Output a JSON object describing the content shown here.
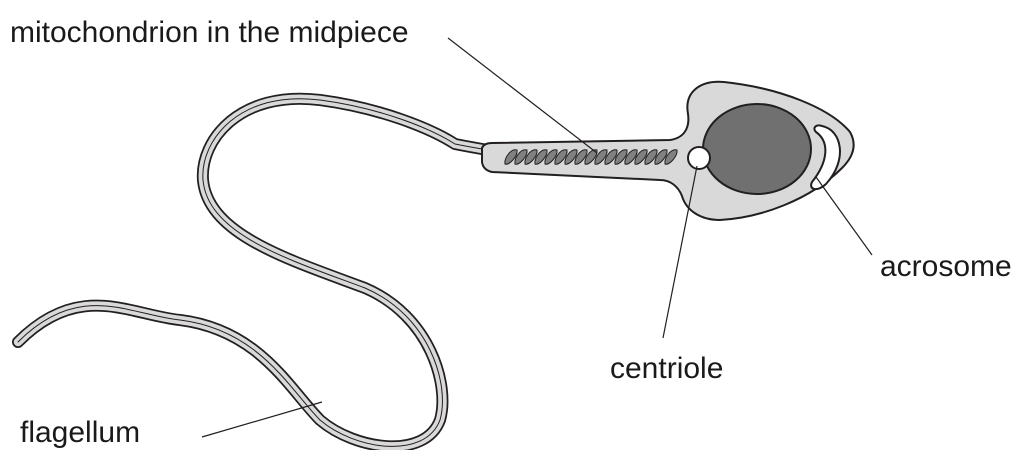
{
  "labels": {
    "mitochondrion": "mitochondrion in the midpiece",
    "acrosome": "acrosome",
    "centriole": "centriole",
    "flagellum": "flagellum"
  },
  "colors": {
    "cell_fill": "#d9d9d9",
    "nucleus_fill": "#707070",
    "mitochondria_fill": "#808080",
    "outline": "#231f20",
    "background": "#ffffff"
  }
}
